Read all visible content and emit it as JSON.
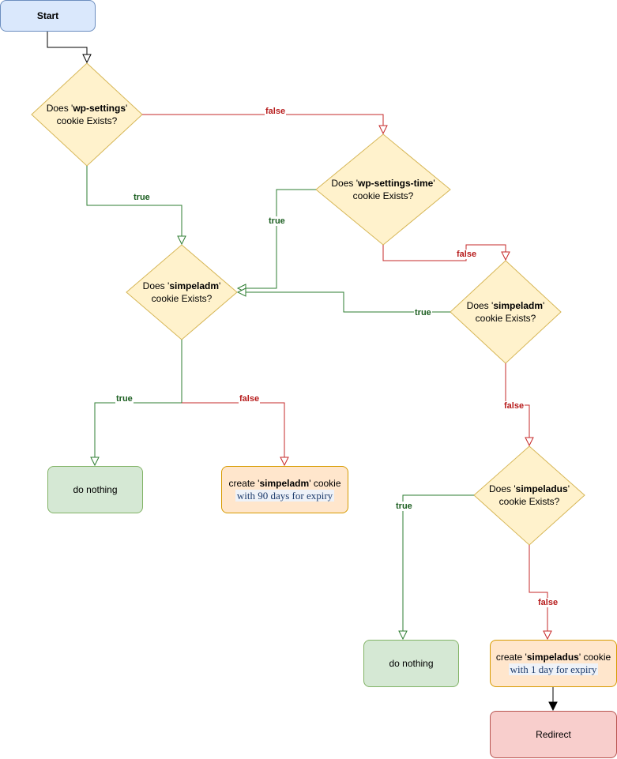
{
  "nodes": {
    "start": "Start",
    "q_wp_settings": {
      "pre": "Does '",
      "bold": "wp-settings",
      "post": "'",
      "line2": "cookie Exists?"
    },
    "q_wp_settings_time": {
      "pre": "Does '",
      "bold": "wp-settings-time",
      "post": "'",
      "line2": "cookie Exists?"
    },
    "q_simpeladm_1": {
      "pre": "Does '",
      "bold": "simpeladm",
      "post": "'",
      "line2": "cookie Exists?"
    },
    "q_simpeladm_2": {
      "pre": "Does '",
      "bold": "simpeladm",
      "post": "'",
      "line2": "cookie Exists?"
    },
    "q_simpeladus": {
      "pre": "Does '",
      "bold": "simpeladus",
      "post": "'",
      "line2": "cookie Exists?"
    },
    "do_nothing_1": "do nothing",
    "do_nothing_2": "do nothing",
    "create_simpeladm": {
      "pre": "create '",
      "bold": "simpeladm",
      "post": "' cookie",
      "line2": "with 90 days for expiry"
    },
    "create_simpeladus": {
      "pre": "create '",
      "bold": "simpeladus",
      "post": "' cookie",
      "line2": "with 1 day for expiry"
    },
    "redirect": "Redirect"
  },
  "edge_labels": {
    "wp_settings_false": "false",
    "wp_settings_true": "true",
    "wp_settings_time_true": "true",
    "wp_settings_time_false": "false",
    "simpeladm2_true": "true",
    "simpeladm2_false": "false",
    "simpeladm1_true": "true",
    "simpeladm1_false": "false",
    "simpeladus_true": "true",
    "simpeladus_false": "false"
  },
  "colors": {
    "true_edge": "#2e7d32",
    "false_edge": "#c62828",
    "plain_edge": "#000000",
    "decision_fill": "#fff2cc",
    "decision_stroke": "#d6b656"
  }
}
